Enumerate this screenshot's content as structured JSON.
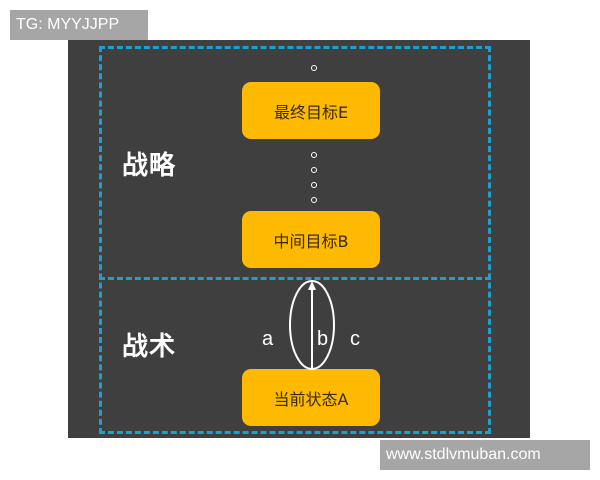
{
  "watermarks": {
    "top_left": "TG: MYYJJPP",
    "bottom_right": "www.stdlvmuban.com"
  },
  "sections": {
    "strategy": "战略",
    "tactics": "战术"
  },
  "nodes": {
    "final_goal": "最终目标E",
    "intermediate_goal": "中间目标B",
    "current_state": "当前状态A"
  },
  "paths": {
    "a": "a",
    "b": "b",
    "c": "c"
  },
  "colors": {
    "panel_bg": "#3f3f3f",
    "dash": "#1e9fd0",
    "node_fill": "#fdba00",
    "node_text": "#3a2a05",
    "label_text": "#ffffff"
  }
}
